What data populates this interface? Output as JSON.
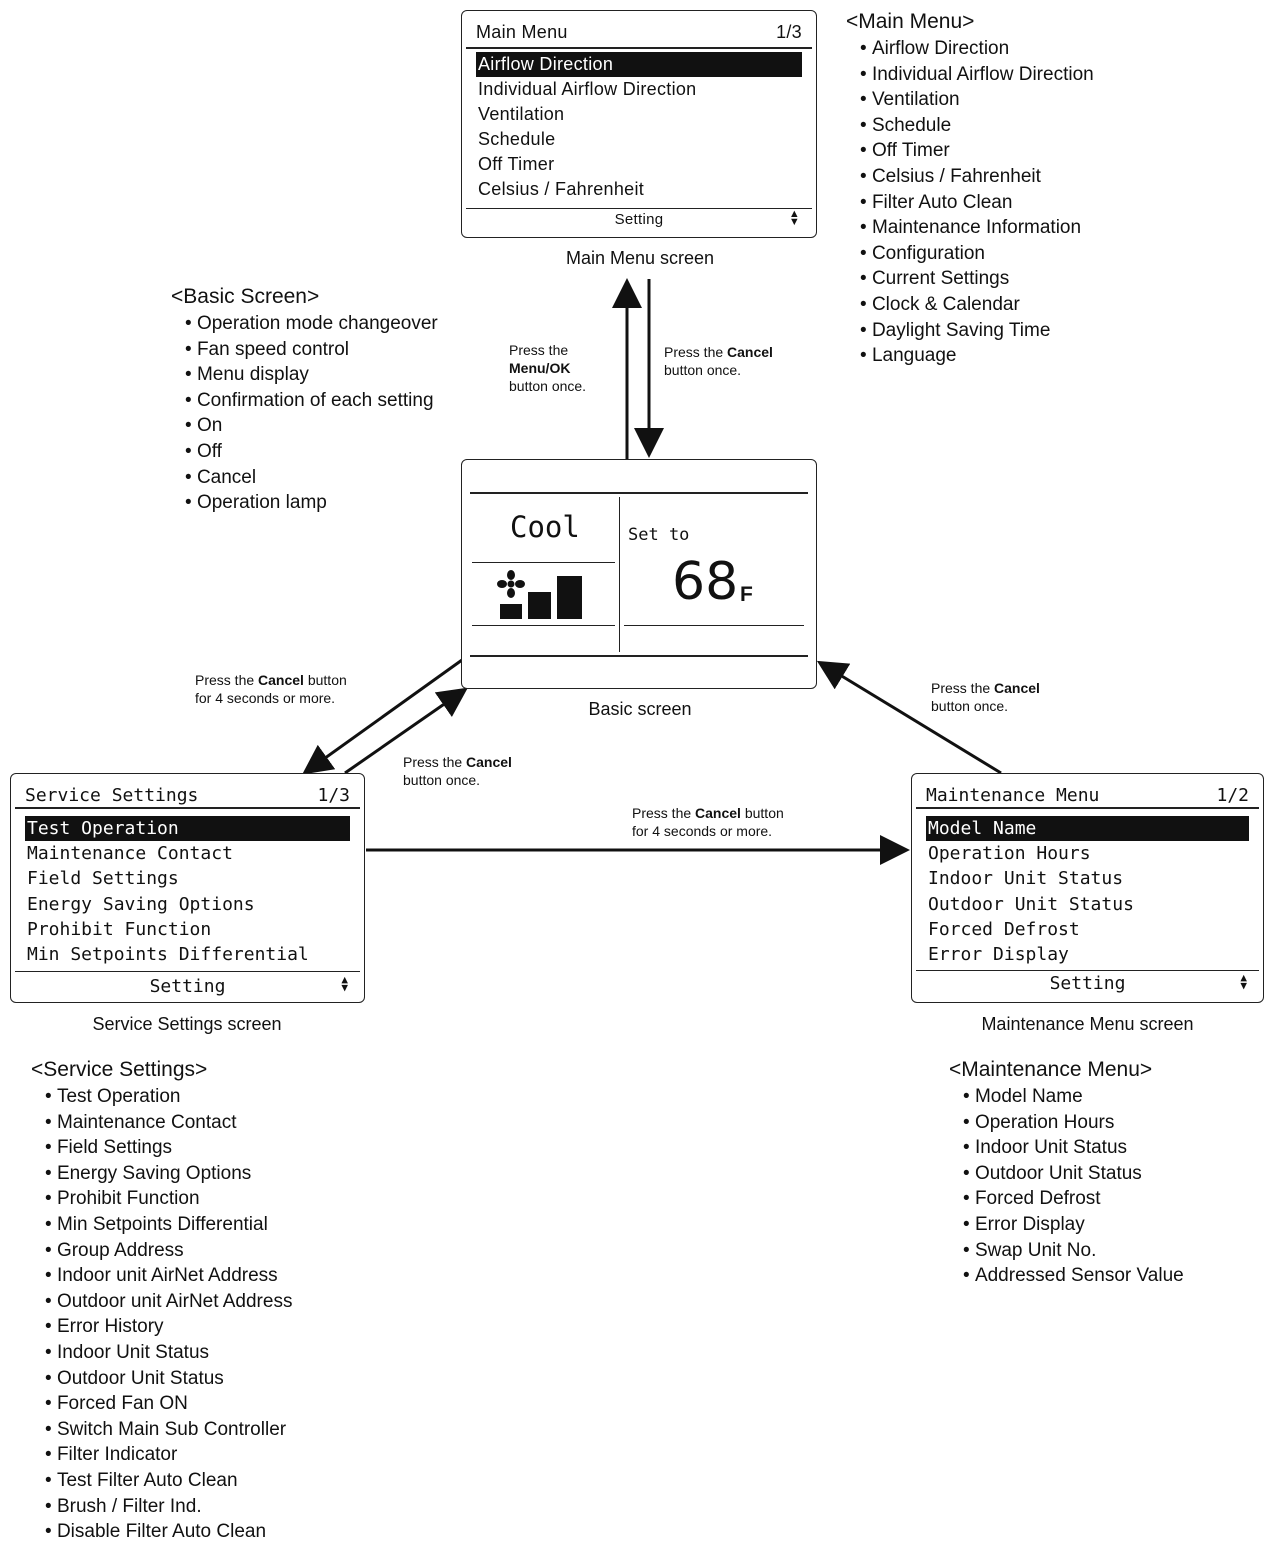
{
  "main_menu_screen": {
    "title": "Main Menu",
    "page": "1/3",
    "items": [
      "Airflow Direction",
      "Individual Airflow Direction",
      "Ventilation",
      "Schedule",
      "Off Timer",
      "Celsius / Fahrenheit"
    ],
    "footer": "Setting",
    "caption": "Main Menu screen"
  },
  "main_menu_list": {
    "title": "<Main Menu>",
    "items": [
      "Airflow Direction",
      "Individual Airflow Direction",
      "Ventilation",
      "Schedule",
      "Off Timer",
      "Celsius / Fahrenheit",
      "Filter Auto Clean",
      "Maintenance Information",
      "Configuration",
      "Current Settings",
      "Clock & Calendar",
      "Daylight Saving Time",
      "Language"
    ]
  },
  "basic_list": {
    "title": "<Basic Screen>",
    "items": [
      "Operation mode changeover",
      "Fan speed control",
      "Menu display",
      "Confirmation of each setting",
      "On",
      "Off",
      "Cancel",
      "Operation lamp"
    ]
  },
  "basic_screen": {
    "mode": "Cool",
    "set_label": "Set to",
    "temperature": "68",
    "unit": "F",
    "caption": "Basic screen"
  },
  "arrows": {
    "to_main_a": "Press the",
    "to_main_b": "Menu/OK",
    "to_main_c": "button once.",
    "from_main_a": "Press the ",
    "from_main_b": "Cancel",
    "from_main_c": "button once.",
    "to_service_a": "Press the ",
    "to_service_b": "Cancel",
    "to_service_c": " button",
    "to_service_d": "for 4 seconds or more.",
    "from_service_a": "Press the ",
    "from_service_b": "Cancel",
    "from_service_c": "button once.",
    "from_maint_a": "Press the ",
    "from_maint_b": "Cancel",
    "from_maint_c": "button once.",
    "to_maint_a": "Press the ",
    "to_maint_b": "Cancel",
    "to_maint_c": " button",
    "to_maint_d": "for 4 seconds or more."
  },
  "service_screen": {
    "title": "Service Settings",
    "page": "1/3",
    "items": [
      "Test Operation",
      "Maintenance Contact",
      "Field Settings",
      "Energy Saving Options",
      "Prohibit Function",
      "Min Setpoints Differential"
    ],
    "footer": "Setting",
    "caption": "Service Settings screen"
  },
  "service_list": {
    "title": "<Service Settings>",
    "items": [
      "Test Operation",
      "Maintenance Contact",
      "Field Settings",
      "Energy Saving Options",
      "Prohibit Function",
      "Min Setpoints Differential",
      "Group Address",
      "Indoor unit AirNet Address",
      "Outdoor unit AirNet Address",
      "Error History",
      "Indoor Unit Status",
      "Outdoor Unit Status",
      "Forced Fan ON",
      "Switch Main Sub Controller",
      "Filter Indicator",
      "Test Filter Auto Clean",
      "Brush / Filter Ind.",
      "Disable Filter Auto Clean"
    ]
  },
  "maint_screen": {
    "title": "Maintenance Menu",
    "page": "1/2",
    "items": [
      "Model Name",
      "Operation Hours",
      "Indoor Unit Status",
      "Outdoor Unit Status",
      "Forced Defrost",
      "Error Display"
    ],
    "footer": "Setting",
    "caption": "Maintenance Menu screen"
  },
  "maint_list": {
    "title": "<Maintenance Menu>",
    "items": [
      "Model Name",
      "Operation Hours",
      "Indoor Unit Status",
      "Outdoor Unit Status",
      "Forced Defrost",
      "Error Display",
      "Swap Unit No.",
      "Addressed Sensor Value"
    ]
  }
}
